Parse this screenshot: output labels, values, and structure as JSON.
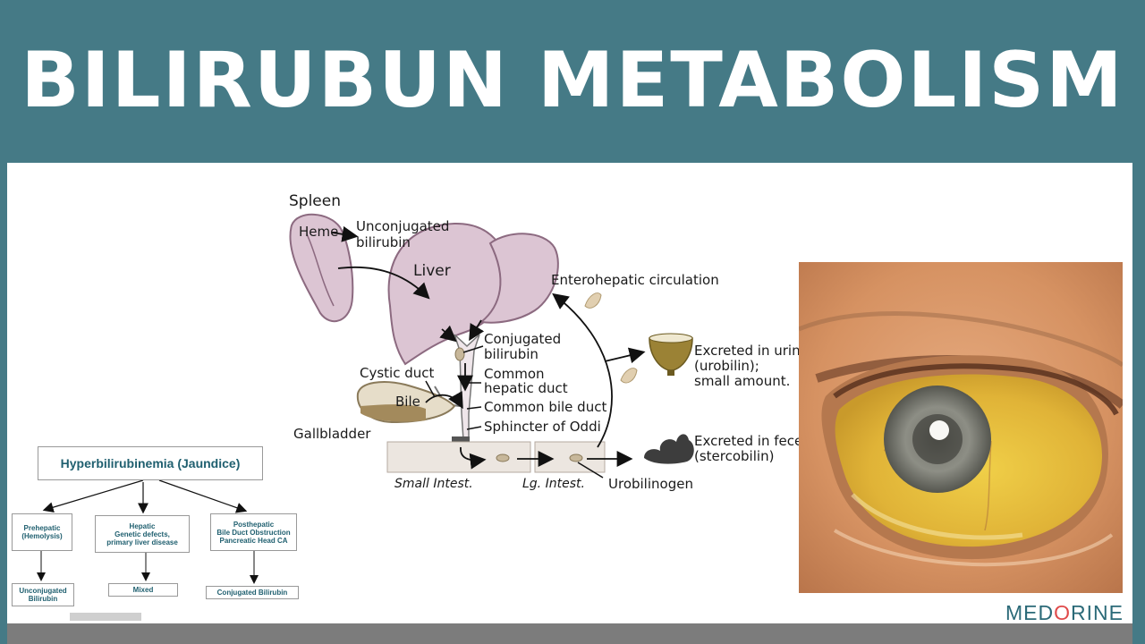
{
  "title": "BILIRUBUN METABOLISM",
  "diagram": {
    "spleen": "Spleen",
    "heme": "Heme",
    "unconjugated_line1": "Unconjugated",
    "unconjugated_line2": "bilirubin",
    "liver": "Liver",
    "enterohepatic": "Enterohepatic circulation",
    "conjugated_line1": "Conjugated",
    "conjugated_line2": "bilirubin",
    "cystic_duct": "Cystic duct",
    "common_hepatic_line1": "Common",
    "common_hepatic_line2": "hepatic duct",
    "bile": "Bile",
    "common_bile_duct": "Common bile duct",
    "gallbladder": "Gallbladder",
    "sphincter": "Sphincter of Oddi",
    "urine_line1": "Excreted in urine",
    "urine_line2": "(urobilin);",
    "urine_line3": "small amount.",
    "feces_line1": "Excreted in feces",
    "feces_line2": "(stercobilin)",
    "small_intest": "Small Intest.",
    "lg_intest": "Lg. Intest.",
    "urobilinogen": "Urobilinogen"
  },
  "flowchart": {
    "root": "Hyperbilirubinemia (Jaundice)",
    "prehepatic_line1": "Prehepatic",
    "prehepatic_line2": "(Hemolysis)",
    "hepatic_line1": "Hepatic",
    "hepatic_line2": "Genetic defects,",
    "hepatic_line3": "primary liver disease",
    "posthepatic_line1": "Posthepatic",
    "posthepatic_line2": "Bile Duct Obstruction",
    "posthepatic_line3": "Pancreatic Head CA",
    "result1_line1": "Unconjugated",
    "result1_line2": "Bilirubin",
    "result2": "Mixed",
    "result3": "Conjugated Bilirubin"
  },
  "logo": {
    "part1": "MED",
    "part2": "O",
    "part3": "RINE"
  },
  "colors": {
    "header_bg": "#457a86",
    "organ_fill": "#dcc5d3",
    "jaundice_yellow": "#e8c03a"
  }
}
